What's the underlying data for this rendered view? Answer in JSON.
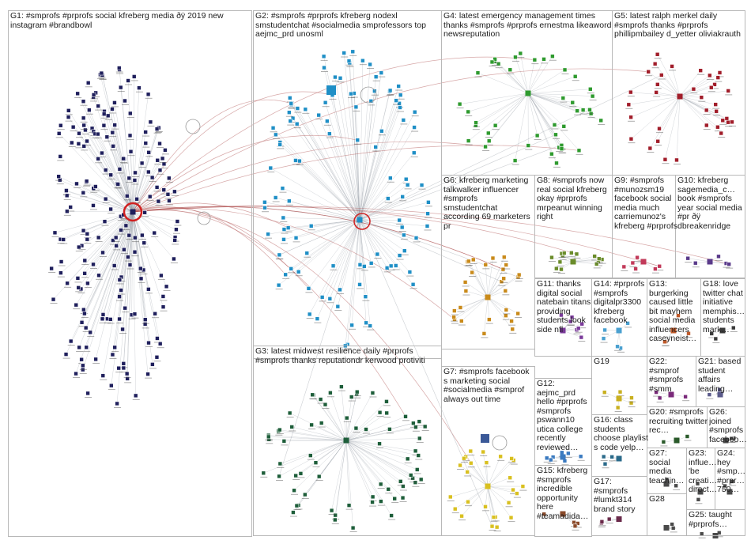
{
  "groups": [
    {
      "id": "G1",
      "label": "G1: #smprofs #prprofs social kfreberg media ðÿ 2019 new instagram #brandbowl",
      "color": "#1f1f5c"
    },
    {
      "id": "G2",
      "label": "G2: #smprofs #prprofs kfreberg nodexl smstudentchat #socialmedia smprofessors top aejmc_prd unosml",
      "color": "#1f8fc6"
    },
    {
      "id": "G3",
      "label": "G3: latest midwest resilience daily #prprofs #smprofs thanks reputationdr kerwood protiviti",
      "color": "#1e5e3a"
    },
    {
      "id": "G4",
      "label": "G4: latest emergency management times thanks #smprofs #prprofs ernestma likeaword newsreputation",
      "color": "#2e9a2e"
    },
    {
      "id": "G5",
      "label": "G5: latest ralph merkel daily #smprofs thanks #prprofs phillipmbailey d_yetter oliviakrauth",
      "color": "#a11d2a"
    },
    {
      "id": "G6",
      "label": "G6: kfreberg marketing talkwalker influencer #smprofs smstudentchat according 69 marketers pr",
      "color": "#c98a1a"
    },
    {
      "id": "G7",
      "label": "G7: #smprofs facebook s marketing social #socialmedia #smprof always out time",
      "color": "#d9c020"
    },
    {
      "id": "G8",
      "label": "G8: #smprofs now real social kfreberg okay #prprofs mrpeanut winning right",
      "color": "#6a8c2a"
    },
    {
      "id": "G9",
      "label": "G9: #smprofs #munozsm19 facebook social media much carriemunoz's kfreberg #prprofs",
      "color": "#c23a5a"
    },
    {
      "id": "G10",
      "label": "G10: kfreberg sagemedia_c… book #smprofs year social media #pr ðÿ dbreakenridge",
      "color": "#5a3a8a"
    },
    {
      "id": "G11",
      "label": "G11: thanks digital social natebain titans providing students look side nfl",
      "color": "#7a3a9a"
    },
    {
      "id": "G12",
      "label": "G12: aejmc_prd hello #prprofs #smprofs pswann10 utica college recently reviewed…",
      "color": "#3a7ac0"
    },
    {
      "id": "G13",
      "label": "G13: burgerking caused little bit mayhem social media influencers caseyneist…",
      "color": "#c05a2a"
    },
    {
      "id": "G14",
      "label": "G14: #prprofs #smprofs digitalpr3300 kfreberg facebook",
      "color": "#4aa0d0"
    },
    {
      "id": "G15",
      "label": "G15: kfreberg #smprofs incredible opportunity here #teamadida…",
      "color": "#8a4a2a"
    },
    {
      "id": "G16",
      "label": "G16: class students choose playlist s code yelp…",
      "color": "#2a6a8a"
    },
    {
      "id": "G17",
      "label": "G17: #smprofs #lumkt314 brand story",
      "color": "#6a2a4a"
    },
    {
      "id": "G18",
      "label": "G18: love twitter chat initiative memphis… students mark…",
      "color": "#3a3a3a"
    },
    {
      "id": "G19",
      "label": "G19",
      "color": "#c9b020"
    },
    {
      "id": "G20",
      "label": "G20: #smprofs recruiting twitter rec…",
      "color": "#2a5a2a"
    },
    {
      "id": "G21",
      "label": "G21: based student affairs leading…",
      "color": "#5a5a8a"
    },
    {
      "id": "G22",
      "label": "G22: #smprof #smprofs #smm",
      "color": "#7a2a7a"
    },
    {
      "id": "G23",
      "label": "G23: influe… 'be creati… direct…",
      "color": "#4a4a4a"
    },
    {
      "id": "G24",
      "label": "G24: hey #smp… #prpr… 750…",
      "color": "#4a4a4a"
    },
    {
      "id": "G25",
      "label": "G25: taught #prprofs…",
      "color": "#4a4a4a"
    },
    {
      "id": "G26",
      "label": "G26: joined #smprofs faceboo…",
      "color": "#4a4a4a"
    },
    {
      "id": "G27",
      "label": "G27: social media teachin…",
      "color": "#4a4a4a"
    },
    {
      "id": "G28",
      "label": "G28",
      "color": "#4a4a4a"
    }
  ],
  "colors": {
    "border": "#b8b8b8",
    "edge": "#9aa0a8",
    "hub_edge": "#b05050",
    "hub": "#d02020"
  }
}
